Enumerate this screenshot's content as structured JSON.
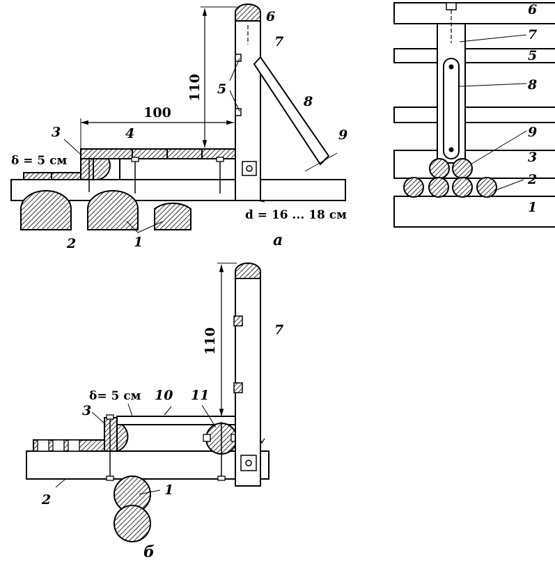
{
  "captions": {
    "a": "а",
    "b": "б"
  },
  "dimensions": {
    "a_height": "110",
    "a_length": "100",
    "b_height": "110"
  },
  "notes": {
    "a_delta": "δ = 5 см",
    "a_d": "d = 16 ... 18 см",
    "b_delta": "δ= 5 см"
  },
  "labels": {
    "a_side": [
      "1",
      "2",
      "3",
      "4",
      "5",
      "6",
      "7",
      "8",
      "9"
    ],
    "a_front": [
      "6",
      "7",
      "5",
      "8",
      "9",
      "3",
      "2",
      "1"
    ],
    "b_side": [
      "1",
      "2",
      "3",
      "7",
      "10",
      "11"
    ]
  },
  "colors": {
    "ink": "#000000",
    "paper": "#ffffff"
  }
}
